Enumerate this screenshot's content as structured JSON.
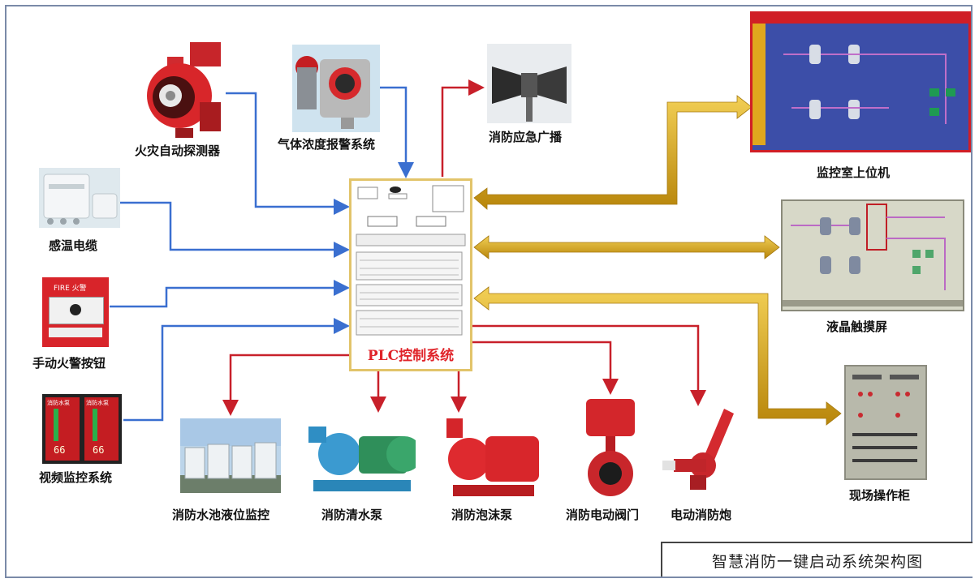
{
  "caption": "智慧消防一键启动系统架构图",
  "plc": {
    "title": "PLC控制系统"
  },
  "inputs": {
    "fire_detector": "火灾自动探测器",
    "gas_alarm": "气体浓度报警系统",
    "heat_cable": "感温电缆",
    "manual_alarm": "手动火警按钮",
    "video": "视频监控系统"
  },
  "outputs": {
    "broadcast": "消防应急广播",
    "pool": "消防水池液位监控",
    "water_pump": "消防清水泵",
    "foam_pump": "消防泡沫泵",
    "valve": "消防电动阀门",
    "cannon": "电动消防炮"
  },
  "bidirectional": {
    "monitor": "监控室上位机",
    "lcd": "液晶触摸屏",
    "cabinet": "现场操作柜"
  },
  "device_text": {
    "manual_alarm_brand": "FIRE 火警",
    "video_left_label": "消防水泵",
    "video_right_label": "消防水泵",
    "video_left_value": "66",
    "video_right_value": "66"
  },
  "colors": {
    "input_line": "#3a6fd0",
    "output_line": "#c8202a",
    "bidir_line": "#d9a521",
    "plc_border": "#e2c46a",
    "plc_title": "#e0242a"
  }
}
